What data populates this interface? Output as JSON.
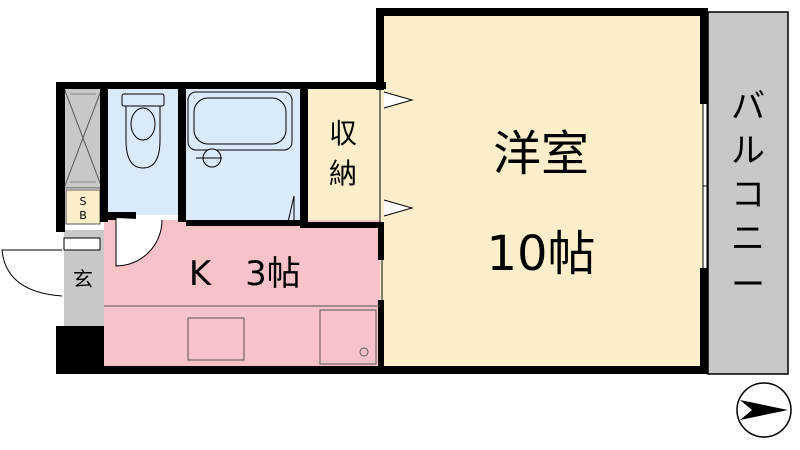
{
  "rooms": {
    "western_room": {
      "name": "洋室",
      "size": "10帖"
    },
    "kitchen": {
      "name": "K",
      "size": "3帖"
    },
    "storage": {
      "line1": "収",
      "line2": "納"
    },
    "entrance": {
      "name": "玄"
    },
    "shoe_box": {
      "line1": "S",
      "line2": "B"
    },
    "balcony": {
      "chars": [
        "バ",
        "ル",
        "コ",
        "ニ",
        "ー"
      ]
    }
  },
  "colors": {
    "western_room": "#fbeecb",
    "kitchen": "#f8c3c8",
    "wet_area": "#dbeafb",
    "balcony": "#c8c8c8",
    "entrance": "#c8c8c8",
    "wall": "#000000"
  },
  "icons": [
    "toilet-icon",
    "bathtub-icon",
    "compass-icon"
  ]
}
